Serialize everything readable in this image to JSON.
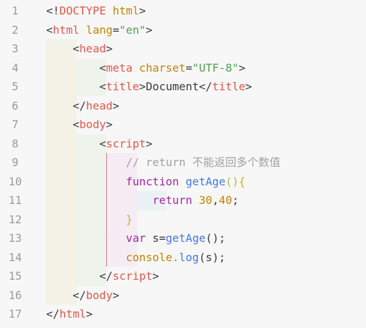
{
  "editor": {
    "line_numbers": [
      "1",
      "2",
      "3",
      "4",
      "5",
      "6",
      "7",
      "8",
      "9",
      "10",
      "11",
      "12",
      "13",
      "14",
      "15",
      "16",
      "17"
    ],
    "colors": {
      "background": "#f7f7f7",
      "tag": "#e45649",
      "attr": "#c18401",
      "string": "#50a14f",
      "keyword": "#a626a4",
      "function": "#4078f2",
      "comment": "#a0a1a7"
    },
    "lines": [
      [
        {
          "t": "<!",
          "c": "t-punc"
        },
        {
          "t": "DOCTYPE",
          "c": "t-tag"
        },
        {
          "t": " ",
          "c": "t-punc"
        },
        {
          "t": "html",
          "c": "t-attr"
        },
        {
          "t": ">",
          "c": "t-punc"
        }
      ],
      [
        {
          "t": "<",
          "c": "t-punc"
        },
        {
          "t": "html",
          "c": "t-tag"
        },
        {
          "t": " ",
          "c": "t-punc"
        },
        {
          "t": "lang",
          "c": "t-attr"
        },
        {
          "t": "=",
          "c": "t-punc"
        },
        {
          "t": "\"en\"",
          "c": "t-str"
        },
        {
          "t": ">",
          "c": "t-punc"
        }
      ],
      [
        {
          "t": "    <",
          "c": "t-punc"
        },
        {
          "t": "head",
          "c": "t-tag"
        },
        {
          "t": ">",
          "c": "t-punc"
        }
      ],
      [
        {
          "t": "        <",
          "c": "t-punc"
        },
        {
          "t": "meta",
          "c": "t-tag"
        },
        {
          "t": " ",
          "c": "t-punc"
        },
        {
          "t": "charset",
          "c": "t-attr"
        },
        {
          "t": "=",
          "c": "t-punc"
        },
        {
          "t": "\"UTF-8\"",
          "c": "t-str"
        },
        {
          "t": ">",
          "c": "t-punc"
        }
      ],
      [
        {
          "t": "        <",
          "c": "t-punc"
        },
        {
          "t": "title",
          "c": "t-tag"
        },
        {
          "t": ">Document</",
          "c": "t-punc"
        },
        {
          "t": "title",
          "c": "t-tag"
        },
        {
          "t": ">",
          "c": "t-punc"
        }
      ],
      [
        {
          "t": "    </",
          "c": "t-punc"
        },
        {
          "t": "head",
          "c": "t-tag"
        },
        {
          "t": ">",
          "c": "t-punc"
        }
      ],
      [
        {
          "t": "    <",
          "c": "t-punc"
        },
        {
          "t": "body",
          "c": "t-tag"
        },
        {
          "t": ">",
          "c": "t-punc"
        }
      ],
      [
        {
          "t": "        <",
          "c": "t-punc"
        },
        {
          "t": "script",
          "c": "t-tag"
        },
        {
          "t": ">",
          "c": "t-punc"
        }
      ],
      [
        {
          "t": "            // return ",
          "c": "t-cmt"
        },
        {
          "t": "不能返回多个数值",
          "c": "t-cmt cjk"
        }
      ],
      [
        {
          "t": "            ",
          "c": "t-punc"
        },
        {
          "t": "function",
          "c": "t-kw"
        },
        {
          "t": " ",
          "c": "t-punc"
        },
        {
          "t": "getAge",
          "c": "t-fn"
        },
        {
          "t": "(){",
          "c": "t-brace"
        }
      ],
      [
        {
          "t": "                ",
          "c": "t-punc"
        },
        {
          "t": "return",
          "c": "t-kw"
        },
        {
          "t": " ",
          "c": "t-punc"
        },
        {
          "t": "30",
          "c": "t-num"
        },
        {
          "t": ",",
          "c": "t-punc"
        },
        {
          "t": "40",
          "c": "t-num"
        },
        {
          "t": ";",
          "c": "t-punc"
        }
      ],
      [
        {
          "t": "            }",
          "c": "t-brace"
        }
      ],
      [
        {
          "t": "            ",
          "c": "t-punc"
        },
        {
          "t": "var",
          "c": "t-kw"
        },
        {
          "t": " s=",
          "c": "t-punc"
        },
        {
          "t": "getAge",
          "c": "t-fn"
        },
        {
          "t": "();",
          "c": "t-punc"
        }
      ],
      [
        {
          "t": "            console.",
          "c": "t-attr"
        },
        {
          "t": "log",
          "c": "t-fn"
        },
        {
          "t": "(s);",
          "c": "t-punc"
        }
      ],
      [
        {
          "t": "        </",
          "c": "t-punc"
        },
        {
          "t": "script",
          "c": "t-tag"
        },
        {
          "t": ">",
          "c": "t-punc"
        }
      ],
      [
        {
          "t": "    </",
          "c": "t-punc"
        },
        {
          "t": "body",
          "c": "t-tag"
        },
        {
          "t": ">",
          "c": "t-punc"
        }
      ],
      [
        {
          "t": "</",
          "c": "t-punc"
        },
        {
          "t": "html",
          "c": "t-tag"
        },
        {
          "t": ">",
          "c": "t-punc"
        }
      ]
    ]
  }
}
